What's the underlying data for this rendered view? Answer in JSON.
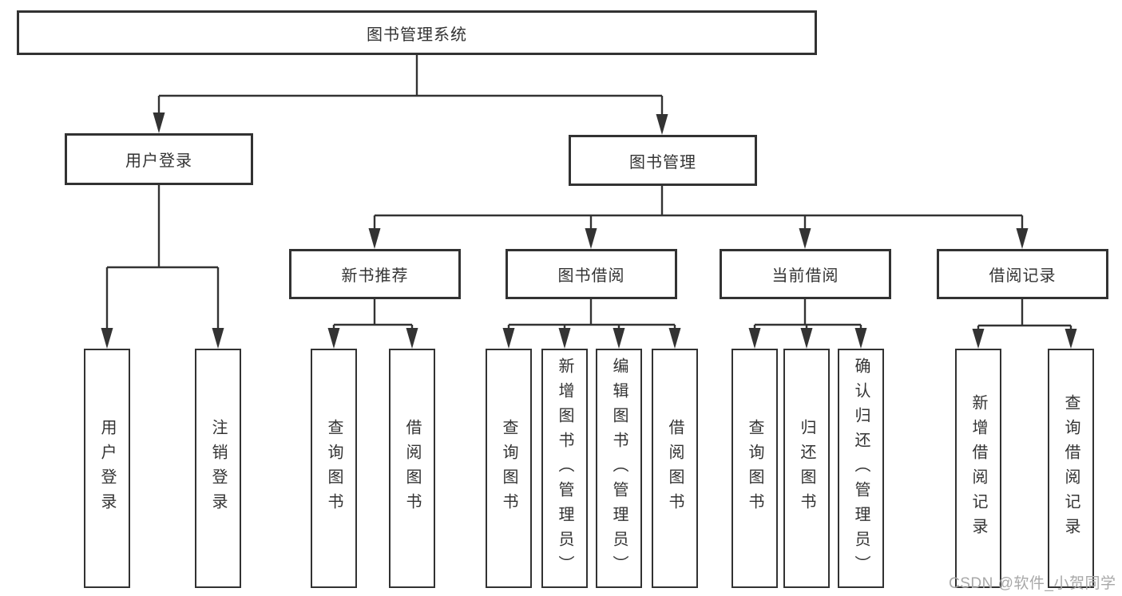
{
  "root": {
    "label": "图书管理系统"
  },
  "user_login_branch": {
    "label": "用户登录",
    "children": [
      {
        "label": "用户登录"
      },
      {
        "label": "注销登录"
      }
    ]
  },
  "book_mgmt_branch": {
    "label": "图书管理",
    "groups": [
      {
        "label": "新书推荐",
        "children": [
          {
            "label": "查询图书"
          },
          {
            "label": "借阅图书"
          }
        ]
      },
      {
        "label": "图书借阅",
        "children": [
          {
            "label": "查询图书"
          },
          {
            "label": "新增图书（管理员）"
          },
          {
            "label": "编辑图书（管理员）"
          },
          {
            "label": "借阅图书"
          }
        ]
      },
      {
        "label": "当前借阅",
        "children": [
          {
            "label": "查询图书"
          },
          {
            "label": "归还图书"
          },
          {
            "label": "确认归还（管理员）"
          }
        ]
      },
      {
        "label": "借阅记录",
        "children": [
          {
            "label": "新增借阅记录"
          },
          {
            "label": "查询借阅记录"
          }
        ]
      }
    ]
  },
  "watermark": "CSDN @软件_小贺同学",
  "colors": {
    "line": "#333333",
    "box_border": "#323232",
    "text": "#333333",
    "watermark": "#a8a8a8",
    "background": "#ffffff"
  }
}
